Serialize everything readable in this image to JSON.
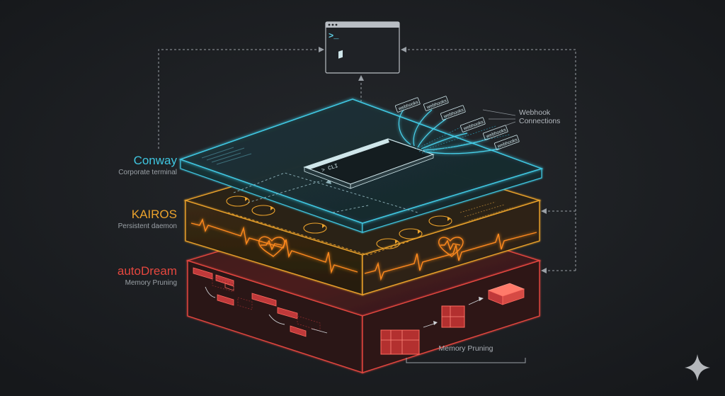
{
  "layers": [
    {
      "id": "conway",
      "name": "Conway",
      "subtitle": "Corporate terminal",
      "color": "#3fc6e0"
    },
    {
      "id": "kairos",
      "name": "KAIROS",
      "subtitle": "Persistent daemon",
      "color": "#eba22c"
    },
    {
      "id": "autodream",
      "name": "autoDream",
      "subtitle": "Memory Pruning",
      "color": "#e5473f"
    }
  ],
  "terminal": {
    "prompt": ">_",
    "cli": "> CLI"
  },
  "webhooks": {
    "label_line1": "Webhook",
    "label_line2": "Connections",
    "tags": [
      "webhooks",
      "webhooks",
      "webhooks",
      "webhooks",
      "webhooks",
      "webhooks"
    ]
  },
  "memory_pruning_caption": "Memory Pruning",
  "colors": {
    "background": "#1c1e21",
    "connector": "#9aa0a6",
    "sparkle": "#d0d3d7"
  },
  "icons": [
    "terminal-window-icon",
    "heart-icon",
    "sparkle-icon",
    "cycle-arrow-icon"
  ]
}
